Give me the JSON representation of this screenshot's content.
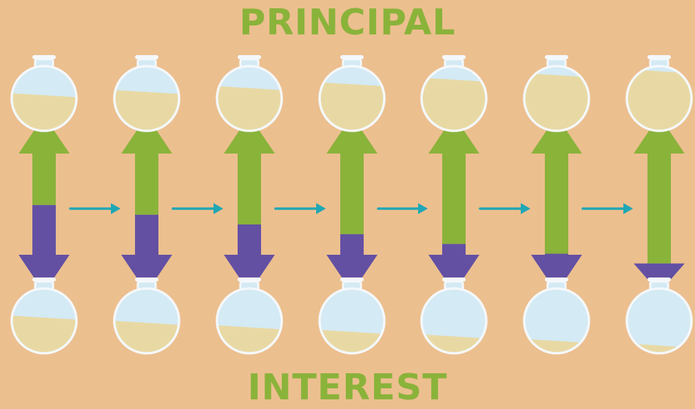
{
  "labels": {
    "top": "PRINCIPAL",
    "bottom": "INTEREST"
  },
  "colors": {
    "background": "#ecbf8f",
    "label": "#8ab33a",
    "principal_arrow": "#8ab33a",
    "interest_arrow": "#6350a3",
    "step_arrow": "#1fa7b5",
    "flask_glass": "#d4eaf4",
    "flask_outline": "#f4f8fb",
    "flask_fill": "#e8d9a4"
  },
  "icons": {
    "vessel": "flask-icon",
    "flow": "right-arrow-icon"
  },
  "stages": [
    {
      "principal_share": 0.37,
      "principal_fill": 0.55,
      "interest_fill": 0.55
    },
    {
      "principal_share": 0.44,
      "principal_fill": 0.6,
      "interest_fill": 0.47
    },
    {
      "principal_share": 0.51,
      "principal_fill": 0.66,
      "interest_fill": 0.4
    },
    {
      "principal_share": 0.58,
      "principal_fill": 0.72,
      "interest_fill": 0.33
    },
    {
      "principal_share": 0.65,
      "principal_fill": 0.79,
      "interest_fill": 0.26
    },
    {
      "principal_share": 0.72,
      "principal_fill": 0.86,
      "interest_fill": 0.19
    },
    {
      "principal_share": 0.79,
      "principal_fill": 0.92,
      "interest_fill": 0.12
    }
  ]
}
